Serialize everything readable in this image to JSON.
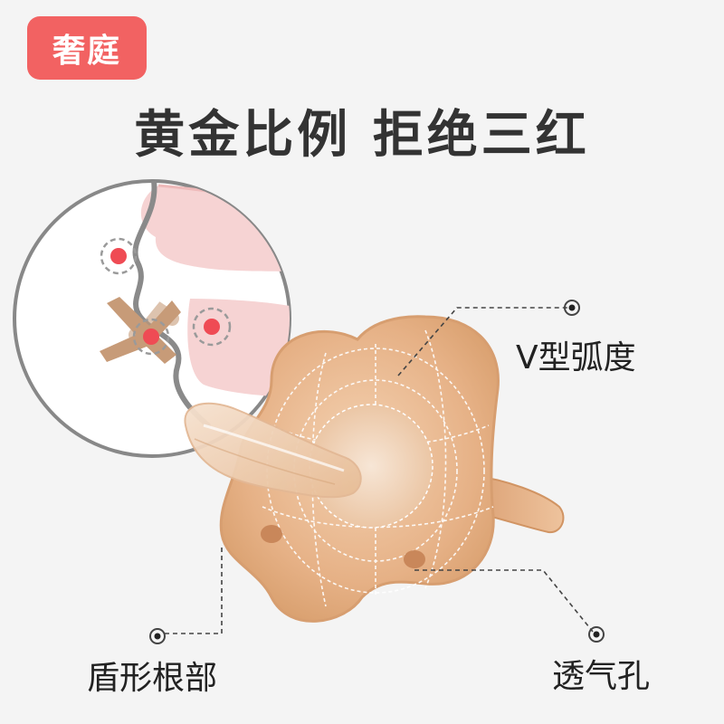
{
  "brand": {
    "label": "奢庭",
    "color": "#f26262"
  },
  "headline": "黄金比例 拒绝三红",
  "callouts": [
    {
      "id": "v-curve",
      "label": "V型弧度"
    },
    {
      "id": "shield-base",
      "label": "盾形根部"
    },
    {
      "id": "vent-hole",
      "label": "透气孔"
    }
  ],
  "colors": {
    "background": "#f4f4f4",
    "accent": "#f26262",
    "silicone": "#e7b48a",
    "pink": "#f6d3d3"
  }
}
